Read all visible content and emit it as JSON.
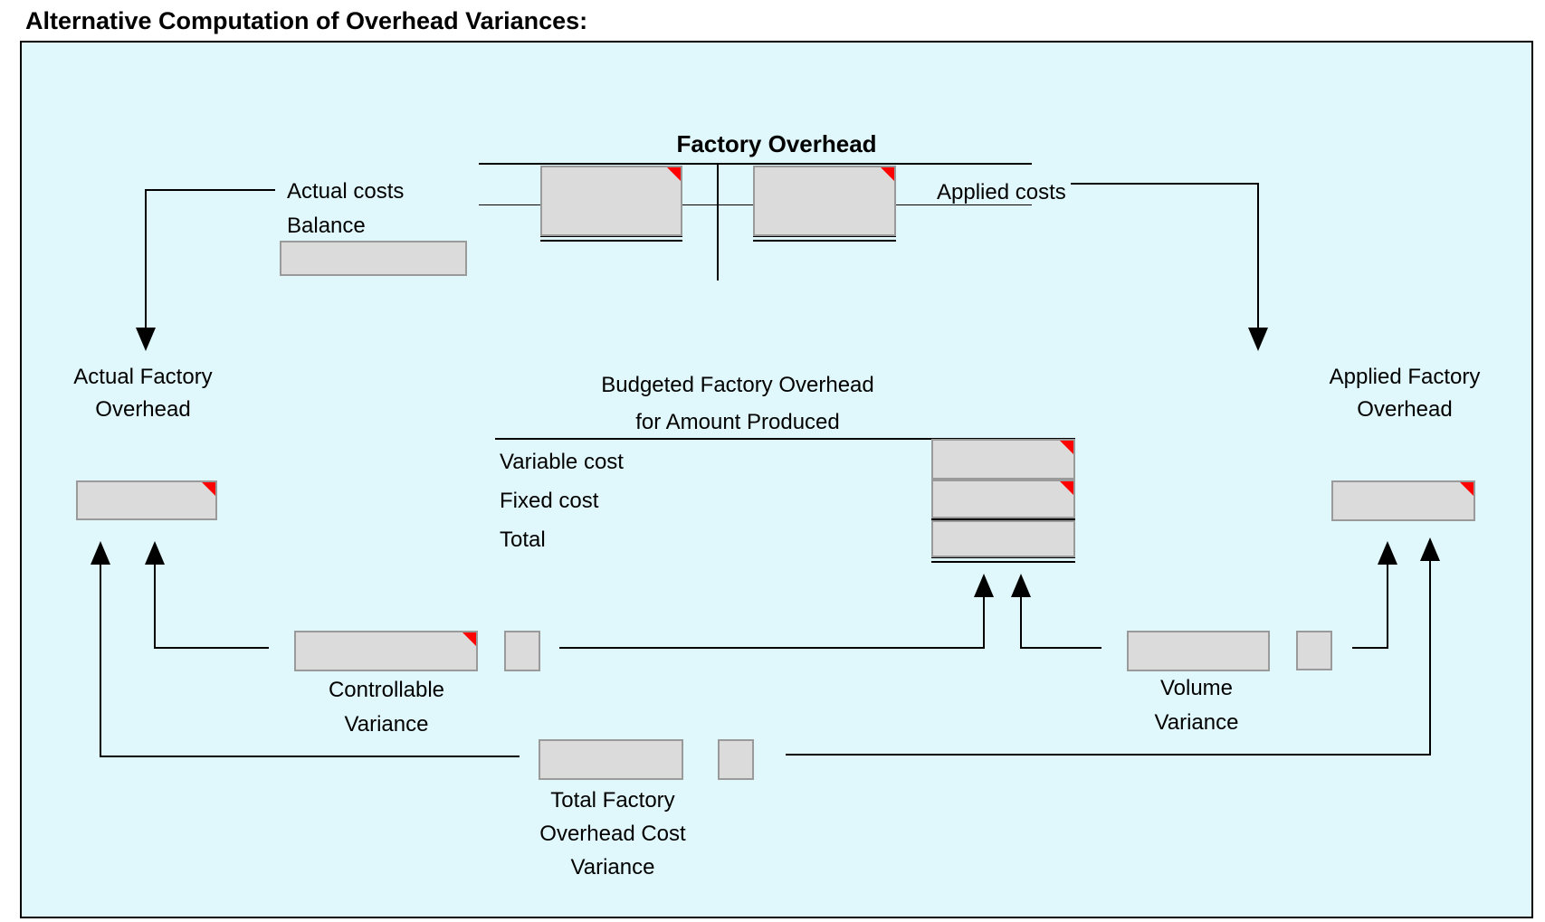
{
  "page": {
    "title": "Alternative Computation of Overhead Variances:"
  },
  "colors": {
    "canvas_background": "#E0F8FB",
    "entry_box_fill": "#DBDBDB",
    "entry_box_border": "#9A9A9A",
    "comment_flag": "#FF0000",
    "line": "#000000",
    "text": "#000000"
  },
  "t_account": {
    "title": "Factory Overhead",
    "debit_label": "Actual costs",
    "balance_label": "Balance",
    "credit_label": "Applied costs"
  },
  "actual_side": {
    "label_line1": "Actual Factory",
    "label_line2": "Overhead"
  },
  "applied_side": {
    "label_line1": "Applied Factory",
    "label_line2": "Overhead"
  },
  "budget": {
    "title_line1": "Budgeted Factory Overhead",
    "title_line2": "for Amount Produced",
    "rows": [
      {
        "label": "Variable cost"
      },
      {
        "label": "Fixed cost"
      },
      {
        "label": "Total"
      }
    ]
  },
  "variances": {
    "controllable": {
      "line1": "Controllable",
      "line2": "Variance"
    },
    "volume": {
      "line1": "Volume",
      "line2": "Variance"
    },
    "total": {
      "line1": "Total Factory",
      "line2": "Overhead Cost",
      "line3": "Variance"
    }
  }
}
